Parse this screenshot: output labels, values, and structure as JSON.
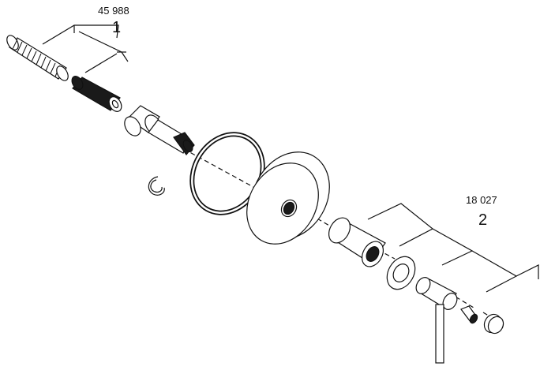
{
  "labels": {
    "part_1_number": "45 988",
    "callout_1": "1",
    "part_2_number": "18 027",
    "callout_2": "2"
  },
  "colors": {
    "line": "#111111",
    "fill": "#ffffff",
    "dark": "#1a1a1a"
  }
}
